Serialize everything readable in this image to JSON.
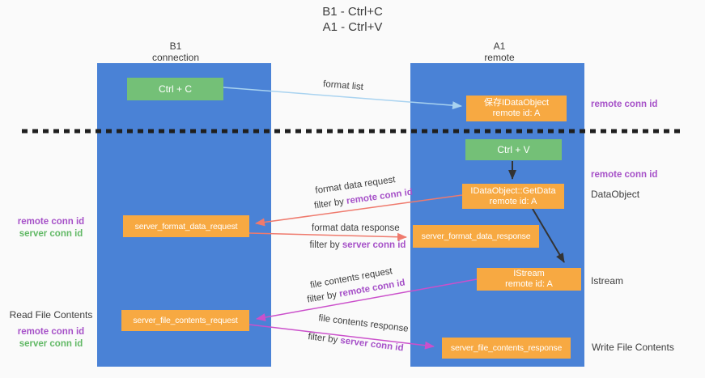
{
  "title": {
    "line1": "B1 - Ctrl+C",
    "line2": "A1 - Ctrl+V"
  },
  "lifelines": {
    "left": {
      "name": "B1",
      "role": "connection"
    },
    "right": {
      "name": "A1",
      "role": "remote"
    }
  },
  "nodes": {
    "ctrl_c": {
      "label": "Ctrl + C"
    },
    "ctrl_v": {
      "label": "Ctrl + V"
    },
    "save_dataobject": {
      "line1": "保存IDataObject",
      "line2": "remote id: A"
    },
    "getdata": {
      "line1": "IDataObject::GetData",
      "line2": "remote id: A"
    },
    "istream": {
      "line1": "IStream",
      "line2": "remote id: A"
    },
    "format_request": {
      "label": "server_format_data_request"
    },
    "format_response": {
      "label": "server_format_data_response"
    },
    "file_request": {
      "label": "server_file_contents_request"
    },
    "file_response": {
      "label": "server_file_contents_response"
    }
  },
  "arrow_labels": {
    "format_list": "format list",
    "format_data_request": "format data request",
    "format_data_request_filter": {
      "prefix": "filter by ",
      "highlight": "remote conn id"
    },
    "format_data_response": "format data response",
    "format_data_response_filter": {
      "prefix": "filter by ",
      "highlight": "server conn id"
    },
    "file_contents_request": "file contents request",
    "file_contents_request_filter": {
      "prefix": "filter by ",
      "highlight": "remote conn id"
    },
    "file_contents_response": "file contents response",
    "file_contents_response_filter": {
      "prefix": "filter by ",
      "highlight": "server conn id"
    }
  },
  "left_annotations": {
    "format_remote": "remote conn id",
    "format_server": "server conn id",
    "read_file": "Read File Contents",
    "file_remote": "remote conn id",
    "file_server": "server conn id"
  },
  "right_annotations": {
    "save_remote": "remote conn id",
    "getdata_remote": "remote conn id",
    "dataobject": "DataObject",
    "istream": "Istream",
    "write_file": "Write File Contents"
  },
  "colors": {
    "canvas_bg": "#fafafa",
    "text_dark": "#3c3c3c",
    "column": "#4a82d6",
    "green_box": "#74c077",
    "orange_box": "#f7a942",
    "purple_text": "#a651c8",
    "green_text": "#62b966",
    "salmon_arrow": "#ef7a6d",
    "magenta_arrow": "#cb50cb",
    "lightblue_arrow": "#a9d3f0",
    "dark_arrow": "#333333",
    "separator": "#1f1f1f"
  }
}
